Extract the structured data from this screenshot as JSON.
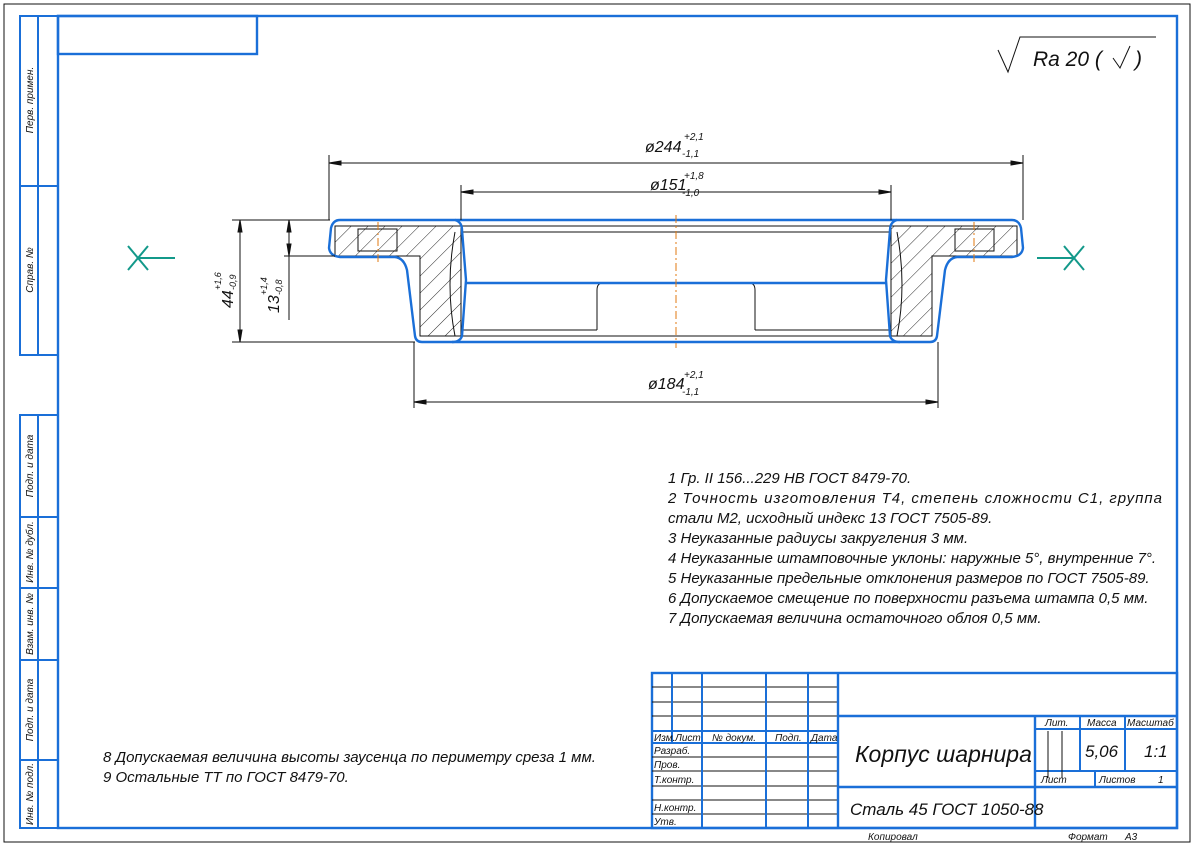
{
  "roughness": {
    "label": "Ra 20 (",
    "close": ")"
  },
  "side_strip": [
    "Перв. примен.",
    "Справ. №",
    "Подп. и дата",
    "Инв. № дубл.",
    "Взам. инв. №",
    "Подп. и дата",
    "Инв. № подл."
  ],
  "dimensions": {
    "d244": {
      "value": "ø244",
      "upper": "+2,1",
      "lower": "-1,1"
    },
    "d151": {
      "value": "ø151",
      "upper": "+1,8",
      "lower": "-1,0"
    },
    "d184": {
      "value": "ø184",
      "upper": "+2,1",
      "lower": "-1,1"
    },
    "h44": {
      "value": "44",
      "upper": "+1,6",
      "lower": "-0,9"
    },
    "h13": {
      "value": "13",
      "upper": "+1,4",
      "lower": "-0,8"
    }
  },
  "notes": [
    "1 Гр. II 156...229 НВ ГОСТ 8479-70.",
    "2 Точность изготовления Т4, степень сложности С1,   группа",
    "стали М2, исходный индекс 13 ГОСТ 7505-89.",
    "3 Неуказанные радиусы закругления 3 мм.",
    "4 Неуказанные штамповочные уклоны: наружные 5°, внутренние 7°.",
    "5 Неуказанные предельные отклонения размеров по ГОСТ 7505-89.",
    "6 Допускаемое смещение по поверхности разъема штампа 0,5 мм.",
    "7 Допускаемая величина остаточного облоя 0,5 мм."
  ],
  "notes_bottom": [
    "8 Допускаемая величина высоты заусенца по периметру среза 1 мм.",
    "9 Остальные ТТ по ГОСТ 8479-70."
  ],
  "title_block": {
    "headers": {
      "izm": "Изм.",
      "list": "Лист",
      "doc": "№ докум.",
      "sign": "Подп.",
      "date": "Дата"
    },
    "roles": {
      "razrab": "Разраб.",
      "prov": "Пров.",
      "tkontr": "Т.контр.",
      "nkontr": "Н.контр.",
      "utv": "Утв."
    },
    "title": "Корпус шарнира",
    "material": "Сталь 45 ГОСТ 1050-88",
    "lit_label": "Лит.",
    "mass_label": "Масса",
    "scale_label": "Масштаб",
    "mass": "5,06",
    "scale": "1:1",
    "sheet_label": "Лист",
    "sheets_label": "Листов",
    "sheets": "1",
    "copied": "Копировал",
    "format_label": "Формат",
    "format": "A3"
  }
}
